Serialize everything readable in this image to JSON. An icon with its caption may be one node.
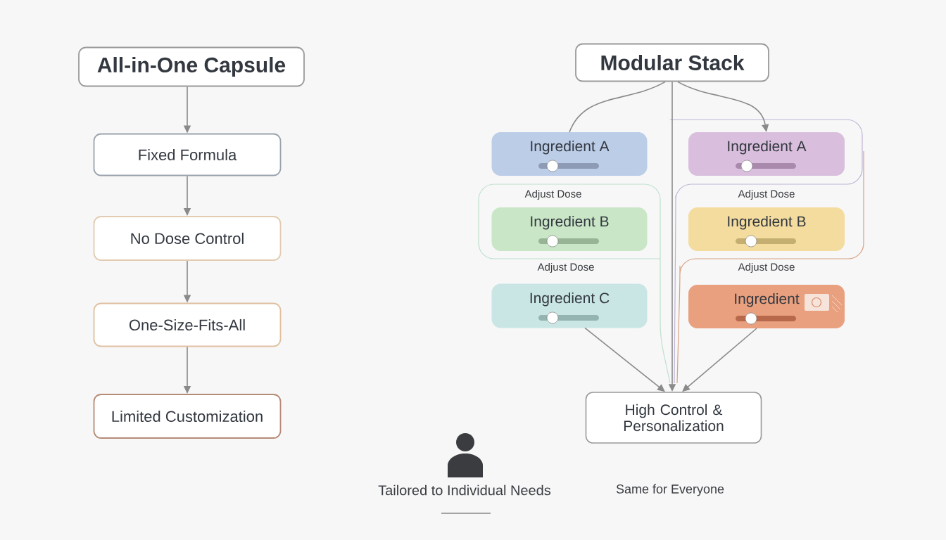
{
  "diagram": {
    "nodes": [
      {
        "text": [
          "All-in-One Capsule"
        ]
      },
      {
        "text": [
          "Fixed Formula"
        ]
      },
      {
        "text": [
          "No Dose Control"
        ]
      },
      {
        "text": [
          "One-Size-Fits-All"
        ]
      },
      {
        "text": [
          "Limited Customization"
        ]
      },
      {
        "text": [
          "Modular Stack"
        ]
      },
      {
        "text": [
          "Ingredient A"
        ]
      },
      {
        "text": [
          "Ingredient B"
        ]
      },
      {
        "text": [
          "Ingredient C"
        ]
      },
      {
        "text": [
          "Ingredient A"
        ]
      },
      {
        "text": [
          "Ingredient B"
        ]
      },
      {
        "text": [
          "Ingredient"
        ]
      },
      {
        "text": [
          "High Control & Personalization"
        ]
      }
    ],
    "edges": [
      {
        "from": 0,
        "to": 1,
        "arrow": "to"
      },
      {
        "from": 1,
        "to": 2,
        "arrow": "to"
      },
      {
        "from": 2,
        "to": 3,
        "arrow": "to"
      },
      {
        "from": 3,
        "to": 4,
        "arrow": "to"
      },
      {
        "from": 5,
        "to": 6,
        "arrow": "none"
      },
      {
        "from": 5,
        "to": 9,
        "arrow": "to"
      },
      {
        "from": 5,
        "to": 12,
        "arrow": "to"
      },
      {
        "from": 8,
        "to": 12,
        "arrow": "to"
      },
      {
        "from": 11,
        "to": 12,
        "arrow": "to"
      }
    ],
    "labels": [
      "Adjust Dose",
      "Adjust Dose",
      "Adjust Dose",
      "Adjust Dose",
      "Tailored to Individual Needs",
      "Same for Everyone"
    ]
  }
}
